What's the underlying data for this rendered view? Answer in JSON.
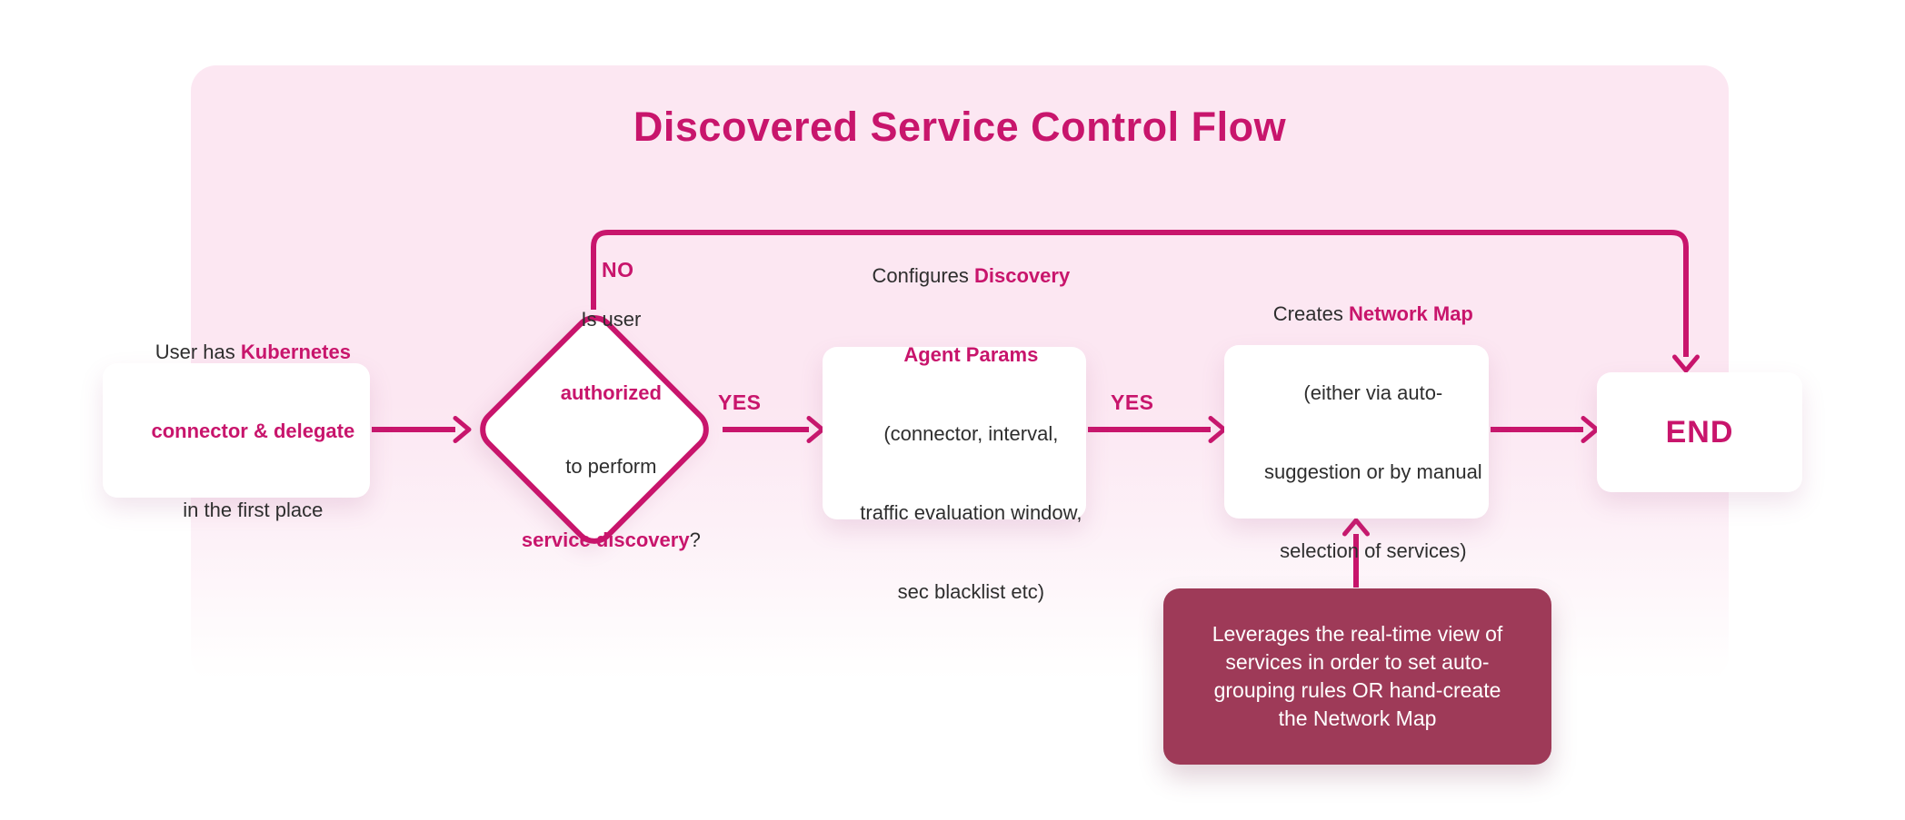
{
  "title": "Discovered Service Control Flow",
  "colors": {
    "accent": "#c8156c",
    "note_background": "#9e3a58",
    "panel_pink": "#fce7f2",
    "text_dark": "#2e2e2e",
    "node_background": "#ffffff"
  },
  "labels": {
    "no": "NO",
    "yes1": "YES",
    "yes2": "YES"
  },
  "nodes": {
    "start": {
      "lines": [
        [
          {
            "t": "User has "
          },
          {
            "t": "Kubernetes",
            "accent": true
          }
        ],
        [
          {
            "t": "connector & delegate",
            "accent": true
          }
        ],
        [
          {
            "t": "in the first place"
          }
        ]
      ]
    },
    "decision": {
      "lines": [
        [
          {
            "t": "Is user"
          }
        ],
        [
          {
            "t": "authorized",
            "accent": true
          }
        ],
        [
          {
            "t": "to perform"
          }
        ],
        [
          {
            "t": "service discovery",
            "accent": true
          },
          {
            "t": "?"
          }
        ]
      ]
    },
    "configure": {
      "lines": [
        [
          {
            "t": "Configures "
          },
          {
            "t": "Discovery",
            "accent": true
          }
        ],
        [
          {
            "t": "Agent Params",
            "accent": true
          }
        ],
        [
          {
            "t": "(connector, interval,"
          }
        ],
        [
          {
            "t": "traffic evaluation window,"
          }
        ],
        [
          {
            "t": "sec blacklist etc)"
          }
        ]
      ]
    },
    "create": {
      "lines": [
        [
          {
            "t": "Creates "
          },
          {
            "t": "Network Map",
            "accent": true
          }
        ],
        [
          {
            "t": "(either via auto-"
          }
        ],
        [
          {
            "t": "suggestion or by manual"
          }
        ],
        [
          {
            "t": "selection of services)"
          }
        ]
      ]
    },
    "end": {
      "label": "END"
    },
    "note": {
      "lines": [
        "Leverages the real-time view of",
        "services in order to set auto-",
        "grouping rules OR hand-create",
        "the Network Map"
      ]
    }
  }
}
